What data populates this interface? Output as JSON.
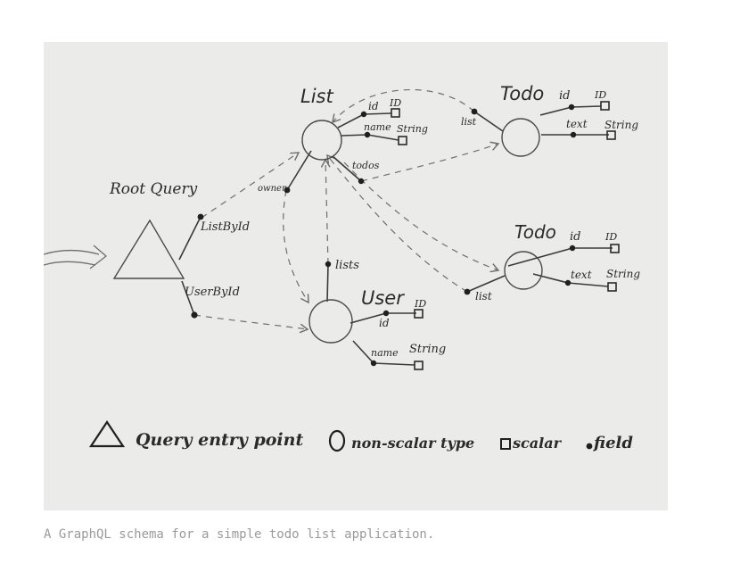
{
  "diagram": {
    "nodes": {
      "root": {
        "label": "Root Query",
        "shape": "triangle"
      },
      "list": {
        "label": "List",
        "shape": "circle"
      },
      "todo_top": {
        "label": "Todo",
        "shape": "circle"
      },
      "todo_bottom": {
        "label": "Todo",
        "shape": "circle"
      },
      "user": {
        "label": "User",
        "shape": "circle"
      }
    },
    "fields": {
      "root_list_by_id": "ListById",
      "root_user_by_id": "UserById",
      "list_id": "id",
      "list_id_type": "ID",
      "list_name": "name",
      "list_name_type": "String",
      "list_todos": "todos",
      "list_owner": "owner",
      "todo_top_list": "list",
      "todo_top_id": "id",
      "todo_top_id_type": "ID",
      "todo_top_text": "text",
      "todo_top_text_type": "String",
      "todo_bottom_list": "list",
      "todo_bottom_id": "id",
      "todo_bottom_id_type": "ID",
      "todo_bottom_text": "text",
      "todo_bottom_text_type": "String",
      "user_lists": "lists",
      "user_id": "id",
      "user_id_type": "ID",
      "user_name": "name",
      "user_name_type": "String"
    },
    "legend": {
      "entry_point": "Query entry point",
      "non_scalar": "non-scalar type",
      "scalar": "scalar",
      "field": "field"
    },
    "colors": {
      "paper": "#ebebe9",
      "ink": "#2a2a2a",
      "pencil": "#6e6e6e"
    }
  },
  "caption": "A GraphQL schema for a simple todo list application."
}
